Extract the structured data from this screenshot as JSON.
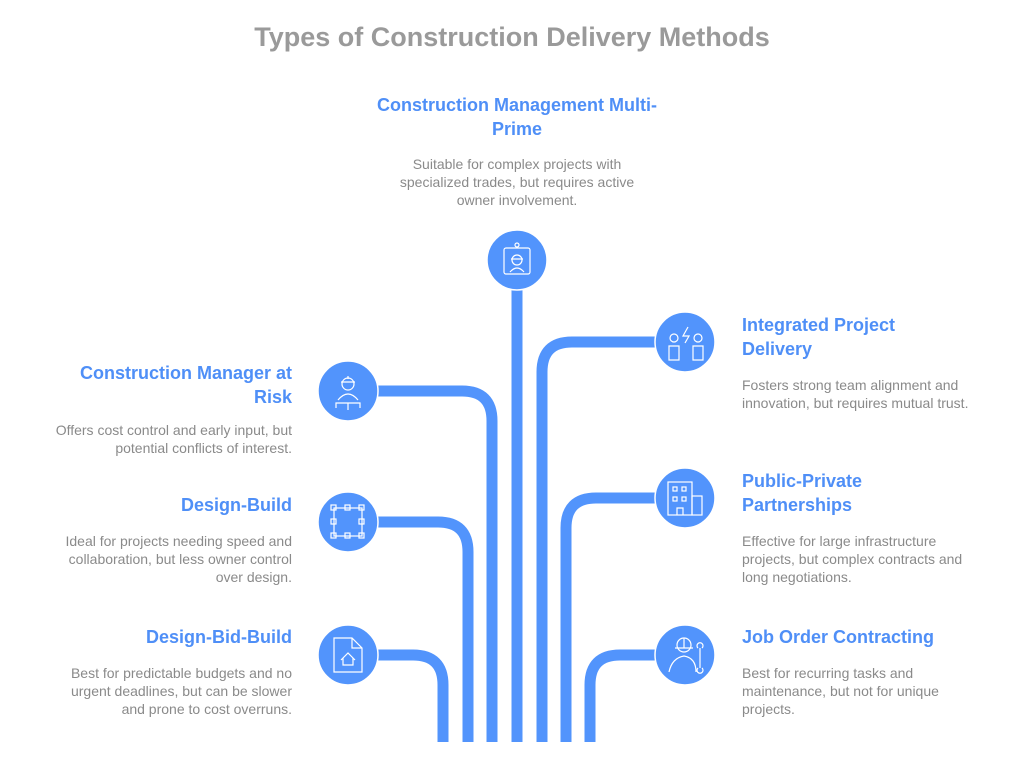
{
  "title": "Types of Construction Delivery Methods",
  "accent": "#5294fc",
  "methods": [
    {
      "name": "Construction Management Multi-Prime",
      "desc": "Suitable for complex projects with specialized trades, but requires active owner involvement.",
      "icon": "id-badge-worker-icon"
    },
    {
      "name": "Construction Manager at Risk",
      "desc": "Offers cost control and early input, but potential conflicts of interest.",
      "icon": "worker-hardhat-icon"
    },
    {
      "name": "Design-Build",
      "desc": "Ideal for projects needing speed and collaboration, but less owner control over design.",
      "icon": "selection-square-icon"
    },
    {
      "name": "Design-Bid-Build",
      "desc": "Best for predictable budgets and no urgent deadlines, but can be slower and prone to cost overruns.",
      "icon": "document-house-icon"
    },
    {
      "name": "Integrated Project Delivery",
      "desc": "Fosters strong team alignment and innovation, but requires mutual trust.",
      "icon": "people-lightning-icon"
    },
    {
      "name": "Public-Private Partnerships",
      "desc": "Effective for large infrastructure projects, but complex contracts and long negotiations.",
      "icon": "building-icon"
    },
    {
      "name": "Job Order Contracting",
      "desc": "Best for recurring tasks and maintenance, but not for unique projects.",
      "icon": "worker-wrench-icon"
    }
  ]
}
